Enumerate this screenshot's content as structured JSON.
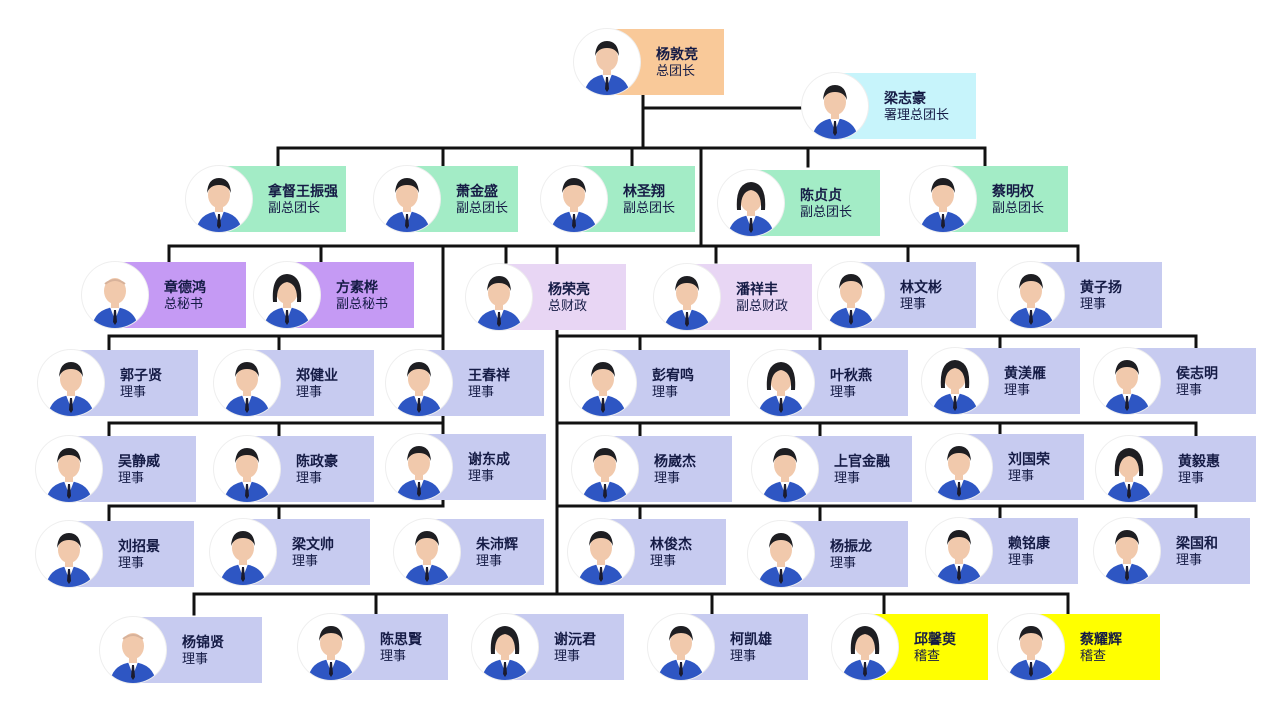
{
  "colors": {
    "line": "#111111",
    "peach": "#f9c999",
    "cyan": "#c7f4fb",
    "mint": "#a3ecc6",
    "violet": "#c59af4",
    "lavender": "#e8d6f4",
    "periwinkle": "#c7cbf0",
    "yellow": "#ffff00",
    "suit": "#2e56c3",
    "skin": "#f1c9ac",
    "hair": "#1e1e22"
  },
  "people": [
    {
      "name": "杨敦竞",
      "title": "总团长",
      "color": "peach",
      "hair": "short"
    },
    {
      "name": "梁志豪",
      "title": "署理总团长",
      "color": "cyan",
      "hair": "short"
    },
    {
      "name": "拿督王振强",
      "title": "副总团长",
      "color": "mint",
      "hair": "short"
    },
    {
      "name": "萧金盛",
      "title": "副总团长",
      "color": "mint",
      "hair": "short"
    },
    {
      "name": "林圣翔",
      "title": "副总团长",
      "color": "mint",
      "hair": "short"
    },
    {
      "name": "陈贞贞",
      "title": "副总团长",
      "color": "mint",
      "hair": "long"
    },
    {
      "name": "蔡明权",
      "title": "副总团长",
      "color": "mint",
      "hair": "short"
    },
    {
      "name": "章德鸿",
      "title": "总秘书",
      "color": "violet",
      "hair": "bald"
    },
    {
      "name": "方素桦",
      "title": "副总秘书",
      "color": "violet",
      "hair": "long"
    },
    {
      "name": "杨荣亮",
      "title": "总财政",
      "color": "lavender",
      "hair": "short"
    },
    {
      "name": "潘祥丰",
      "title": "副总财政",
      "color": "lavender",
      "hair": "short"
    },
    {
      "name": "林文彬",
      "title": "理事",
      "color": "periwinkle",
      "hair": "short"
    },
    {
      "name": "黄子扬",
      "title": "理事",
      "color": "periwinkle",
      "hair": "short"
    },
    {
      "name": "郭子贤",
      "title": "理事",
      "color": "periwinkle",
      "hair": "short"
    },
    {
      "name": "郑健业",
      "title": "理事",
      "color": "periwinkle",
      "hair": "short"
    },
    {
      "name": "王春祥",
      "title": "理事",
      "color": "periwinkle",
      "hair": "short"
    },
    {
      "name": "彭宥鸣",
      "title": "理事",
      "color": "periwinkle",
      "hair": "short"
    },
    {
      "name": "叶秋燕",
      "title": "理事",
      "color": "periwinkle",
      "hair": "long"
    },
    {
      "name": "黄渼雁",
      "title": "理事",
      "color": "periwinkle",
      "hair": "long"
    },
    {
      "name": "侯志明",
      "title": "理事",
      "color": "periwinkle",
      "hair": "short"
    },
    {
      "name": "吴静威",
      "title": "理事",
      "color": "periwinkle",
      "hair": "short"
    },
    {
      "name": "陈政豪",
      "title": "理事",
      "color": "periwinkle",
      "hair": "short"
    },
    {
      "name": "谢东成",
      "title": "理事",
      "color": "periwinkle",
      "hair": "short"
    },
    {
      "name": "杨崴杰",
      "title": "理事",
      "color": "periwinkle",
      "hair": "short"
    },
    {
      "name": "上官金融",
      "title": "理事",
      "color": "periwinkle",
      "hair": "short"
    },
    {
      "name": "刘国荣",
      "title": "理事",
      "color": "periwinkle",
      "hair": "short"
    },
    {
      "name": "黄毅惠",
      "title": "理事",
      "color": "periwinkle",
      "hair": "long"
    },
    {
      "name": "刘招景",
      "title": "理事",
      "color": "periwinkle",
      "hair": "short"
    },
    {
      "name": "梁文帅",
      "title": "理事",
      "color": "periwinkle",
      "hair": "short"
    },
    {
      "name": "朱沛辉",
      "title": "理事",
      "color": "periwinkle",
      "hair": "short"
    },
    {
      "name": "林俊杰",
      "title": "理事",
      "color": "periwinkle",
      "hair": "short"
    },
    {
      "name": "杨振龙",
      "title": "理事",
      "color": "periwinkle",
      "hair": "short"
    },
    {
      "name": "赖铭康",
      "title": "理事",
      "color": "periwinkle",
      "hair": "short"
    },
    {
      "name": "梁国和",
      "title": "理事",
      "color": "periwinkle",
      "hair": "short"
    },
    {
      "name": "杨锦贤",
      "title": "理事",
      "color": "periwinkle",
      "hair": "bald"
    },
    {
      "name": "陈思賢",
      "title": "理事",
      "color": "periwinkle",
      "hair": "short"
    },
    {
      "name": "谢沅君",
      "title": "理事",
      "color": "periwinkle",
      "hair": "long"
    },
    {
      "name": "柯凯雄",
      "title": "理事",
      "color": "periwinkle",
      "hair": "short"
    },
    {
      "name": "邱馨萸",
      "title": "稽查",
      "color": "yellow",
      "hair": "long"
    },
    {
      "name": "蔡耀辉",
      "title": "稽查",
      "color": "yellow",
      "hair": "short"
    }
  ]
}
